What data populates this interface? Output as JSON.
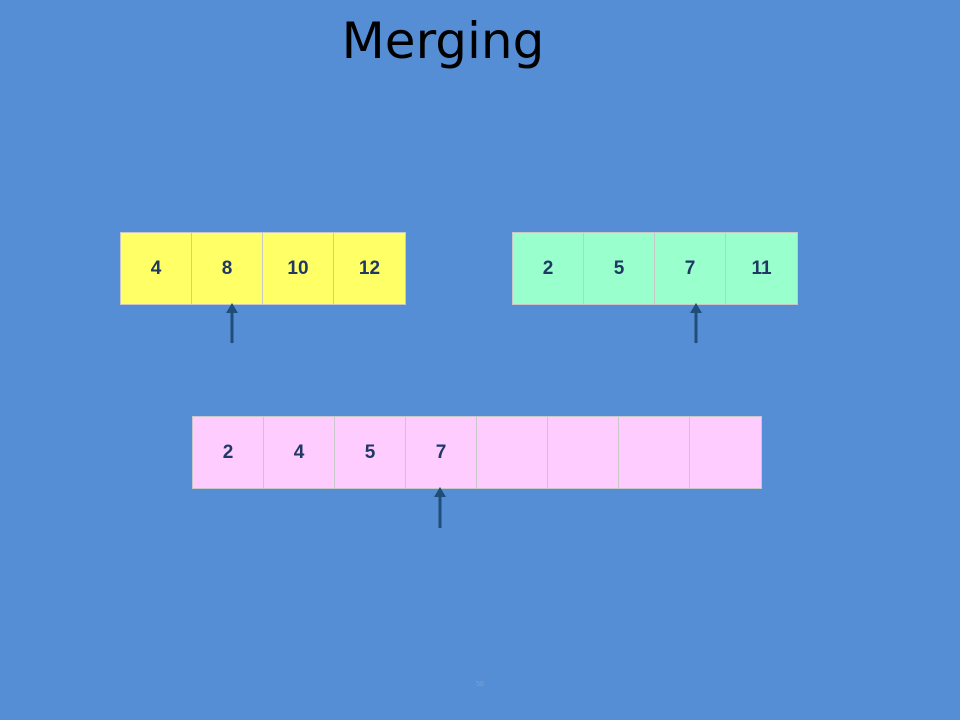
{
  "slide": {
    "title": "Merging",
    "footer": "56",
    "background": "#558ed5"
  },
  "arrays": {
    "left": {
      "values": [
        "4",
        "8",
        "10",
        "12"
      ],
      "color": "#ffff66",
      "pointer_index": 1
    },
    "right": {
      "values": [
        "2",
        "5",
        "7",
        "11"
      ],
      "color": "#99ffcc",
      "pointer_index": 2
    },
    "merged": {
      "values": [
        "2",
        "4",
        "5",
        "7",
        "",
        "",
        "",
        ""
      ],
      "color": "#ffccff",
      "pointer_index": 3
    }
  },
  "pointer_color": "#1f4e79"
}
